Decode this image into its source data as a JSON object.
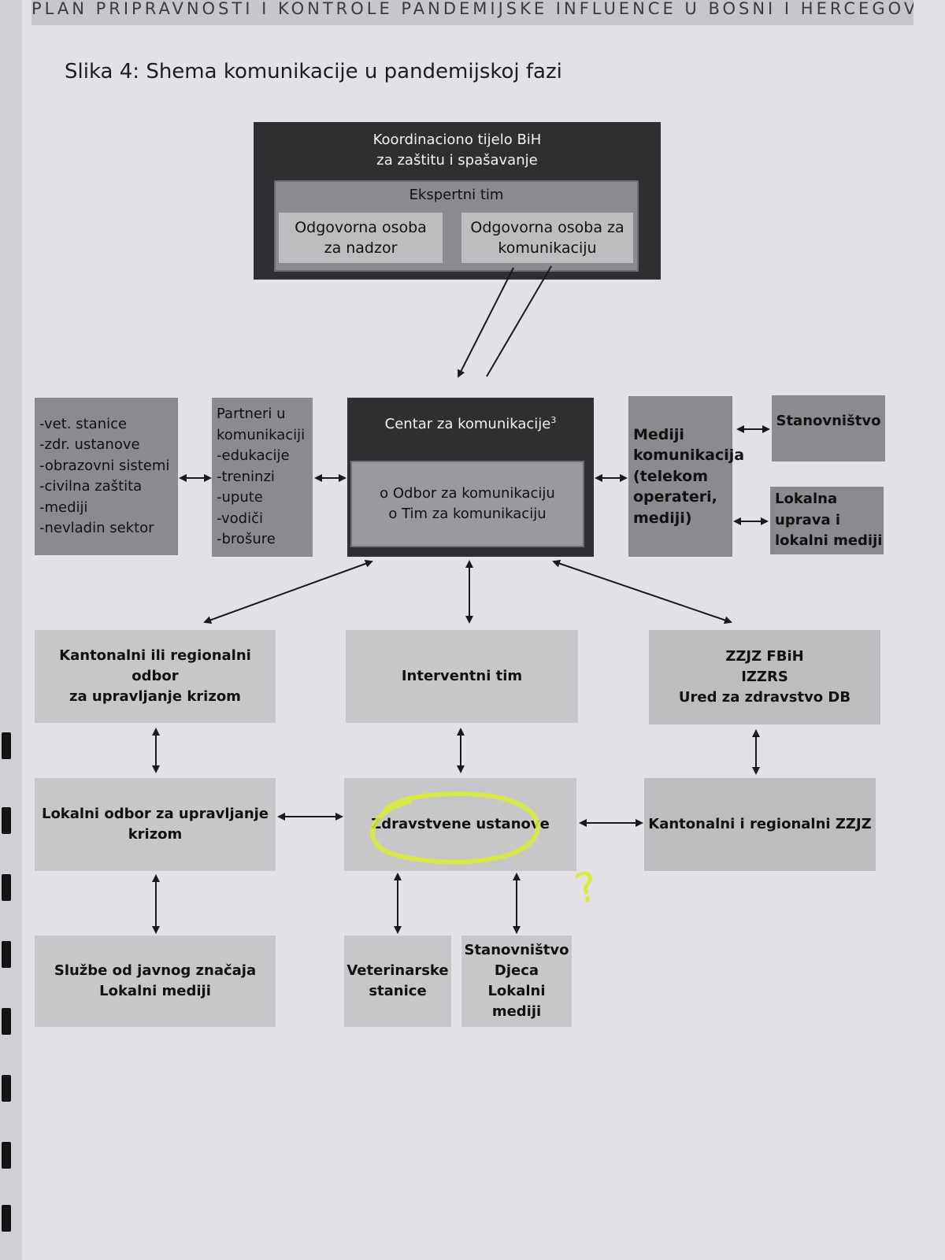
{
  "running_header": "PLAN PRIPRAVNOSTI I KONTROLE PANDEMIJSKE INFLUENCE U BOSNI I HERCEGOVINI",
  "caption": "Slika 4: Shema komunikacije u pandemijskoj fazi",
  "coordination_body": {
    "title_line1": "Koordinaciono tijelo BiH",
    "title_line2": "za zaštitu i spašavanje",
    "expert_team": "Ekspertni tim",
    "supervision_line1": "Odgovorna osoba",
    "supervision_line2": "za nadzor",
    "communication_line1": "Odgovorna osoba za",
    "communication_line2": "komunikaciju"
  },
  "sectors_list": [
    "-vet. stanice",
    "-zdr. ustanove",
    "-obrazovni sistemi",
    "-civilna zaštita",
    "-mediji",
    "-nevladin sektor"
  ],
  "partners_list": [
    "Partneri u",
    "komunikaciji",
    "-edukacije",
    "-treninzi",
    "-upute",
    "-vodiči",
    "-brošure"
  ],
  "communication_center": {
    "title": "Centar za komunikacije",
    "footnote": "3",
    "item1": "o Odbor za komunikaciju",
    "item2": "o Tim za komunikaciju"
  },
  "media_list": [
    "Mediji",
    "komunikacija",
    "(telekom",
    "operateri,",
    "mediji)"
  ],
  "population": "Stanovništvo",
  "local_admin": [
    "Lokalna",
    "uprava i",
    "lokalni mediji"
  ],
  "cantonal_board": [
    "Kantonalni ili regionalni odbor",
    "za upravljanje krizom"
  ],
  "intervention_team": "Interventni tim",
  "public_health": [
    "ZZJZ FBiH",
    "IZZRS",
    "Ured za zdravstvo DB"
  ],
  "local_board": [
    "Lokalni odbor za upravljanje",
    "krizom"
  ],
  "health_institutions": "Zdravstvene ustanove",
  "cantonal_zzjz": "Kantonalni i regionalni ZZJZ",
  "public_services": [
    "Službe od javnog značaja",
    "Lokalni mediji"
  ],
  "vet_stations": [
    "Veterinarske",
    "stanice"
  ],
  "population_group": [
    "Stanovništvo",
    "Djeca",
    "Lokalni mediji"
  ],
  "margin_note": "?",
  "colors": {
    "dark": "#2f2f31",
    "mid": "#8b8a8e",
    "light": "#bdbcbf",
    "highlight": "#d7ec3a"
  }
}
